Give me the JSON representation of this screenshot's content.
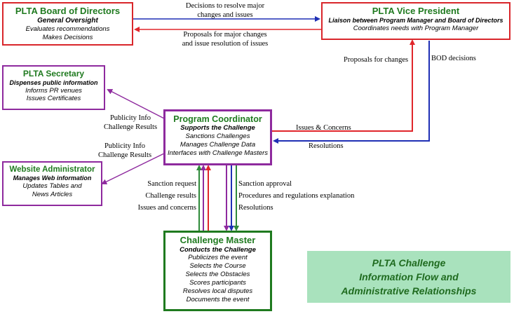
{
  "board": {
    "title": "PLTA Board of Directors",
    "subtitle": "General Oversight",
    "lines": [
      "Evaluates recommendations",
      "Makes Decisions"
    ]
  },
  "vp": {
    "title": "PLTA Vice President",
    "subtitle": "Liaison between Program Manager and Board of Directors",
    "lines": [
      "Coordinates needs with Program Manager"
    ]
  },
  "secretary": {
    "title": "PLTA Secretary",
    "subtitle": "Dispenses public information",
    "lines": [
      "Informs PR venues",
      "Issues Certificates"
    ]
  },
  "coordinator": {
    "title": "Program Coordinator",
    "subtitle": "Supports the Challenge",
    "lines": [
      "Sanctions Challenges",
      "Manages Challenge Data",
      "Interfaces with Challenge Masters"
    ]
  },
  "webadmin": {
    "title": "Website Administrator",
    "subtitle": "Manages Web information",
    "lines": [
      "Updates Tables and",
      "News Articles"
    ]
  },
  "master": {
    "title": "Challenge Master",
    "subtitle": "Conducts the Challenge",
    "lines": [
      "Publicizes the event",
      "Selects the Course",
      "Selects the Obstacles",
      "Scores participants",
      "Resolves local disputes",
      "Documents the event"
    ]
  },
  "flows": {
    "board_to_vp": [
      "Decisions to resolve major",
      "changes and issues"
    ],
    "vp_to_board": [
      "Proposals for major changes",
      "and issue resolution of issues"
    ],
    "to_vp": "Proposals for  changes",
    "vp_down": "BOD decisions",
    "issues_concerns": "Issues  & Concerns",
    "resolutions": "Resolutions",
    "to_secretary": [
      "Publicity Info",
      "Challenge Results"
    ],
    "to_webadmin": [
      "Publicity Info",
      "Challenge Results"
    ],
    "master_up": [
      "Sanction request",
      "Challenge results",
      "Issues and concerns"
    ],
    "coord_down": [
      "Sanction approval",
      "Procedures and regulations explanation",
      "Resolutions"
    ]
  },
  "caption": [
    "PLTA Challenge",
    "Information Flow and",
    "Administrative Relationships"
  ],
  "colors": {
    "red_box": "#d9262b",
    "purple_box": "#8e2a9e",
    "green_box": "#1f7a1f",
    "blue_arrow": "#1f2fb5",
    "red_arrow": "#e0262b",
    "green_arrow": "#2f8a3a",
    "purple_arrow": "#8e2a9e",
    "caption_fill": "#a9e2bd"
  }
}
